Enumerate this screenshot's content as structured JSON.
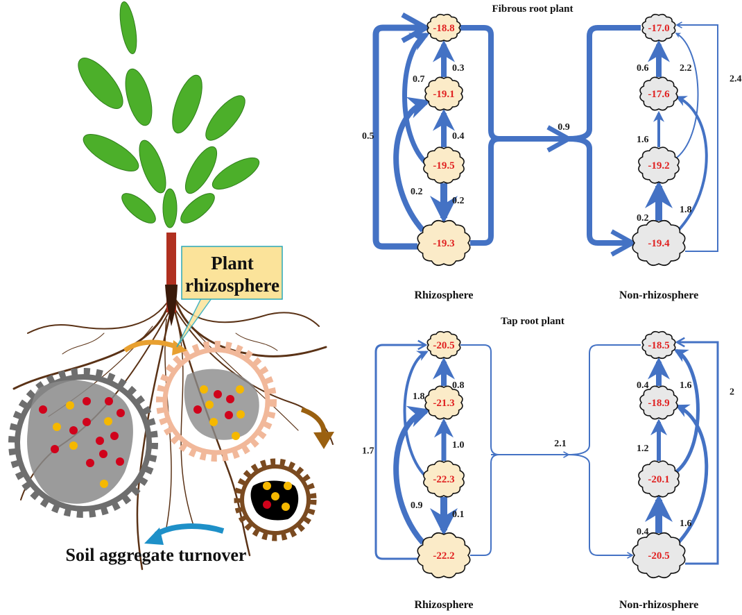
{
  "colors": {
    "flow_arrow": "#4472c4",
    "node_value": "#e02020",
    "rhizo_node_fill": "#fbebc8",
    "nonrhizo_node_fill": "#e8e8e8",
    "leaf": "#4caf2a",
    "stem": "#c0392b",
    "root": "#5a3216",
    "gear_grey": "#6e6e6e",
    "gear_peach": "#f1b89a",
    "gear_brown": "#7a4a20",
    "dot_red": "#d0021b",
    "dot_yellow": "#f5b800",
    "arrow_orange": "#e8a030",
    "arrow_brown": "#9a6010",
    "arrow_blue": "#1e90c8",
    "callout_fill": "#fbe39a",
    "callout_border": "#2aa8b8"
  },
  "illustration": {
    "callout_line1": "Plant",
    "callout_line2": "rhizosphere",
    "caption": "Soil aggregate turnover"
  },
  "panels": [
    {
      "title": "Fibrous root plant",
      "left_label": "Rhizosphere",
      "right_label": "Non-rhizosphere",
      "cross_flow": "0.9",
      "rhizosphere_nodes": [
        "-18.8",
        "-19.1",
        "-19.5",
        "-19.3"
      ],
      "nonrhizosphere_nodes": [
        "-17.0",
        "-17.6",
        "-19.2",
        "-19.4"
      ],
      "rhizosphere_flows": [
        {
          "from": "-19.1",
          "to": "-18.8",
          "value": "0.3"
        },
        {
          "from": "-19.5",
          "to": "-19.1",
          "value": "0.4"
        },
        {
          "from": "-19.5",
          "to": "-19.3",
          "value": "0.2"
        },
        {
          "from": "-19.5",
          "to": "-18.8",
          "value": "0.7"
        },
        {
          "from": "-19.3",
          "to": "-19.1",
          "value": "0.2"
        },
        {
          "from": "-19.3",
          "to": "-18.8",
          "value": "0.5"
        }
      ],
      "nonrhizosphere_flows": [
        {
          "from": "-17.6",
          "to": "-17.0",
          "value": "0.6"
        },
        {
          "from": "-19.2",
          "to": "-17.6",
          "value": "1.6"
        },
        {
          "from": "-19.4",
          "to": "-19.2",
          "value": "0.2"
        },
        {
          "from": "-19.2",
          "to": "-17.0",
          "value": "2.2"
        },
        {
          "from": "-19.4",
          "to": "-17.6",
          "value": "1.8"
        },
        {
          "from": "-19.4",
          "to": "-17.0",
          "value": "2.4"
        }
      ]
    },
    {
      "title": "Tap root plant",
      "left_label": "Rhizosphere",
      "right_label": "Non-rhizosphere",
      "cross_flow": "2.1",
      "rhizosphere_nodes": [
        "-20.5",
        "-21.3",
        "-22.3",
        "-22.2"
      ],
      "nonrhizosphere_nodes": [
        "-18.5",
        "-18.9",
        "-20.1",
        "-20.5"
      ],
      "rhizosphere_flows": [
        {
          "from": "-21.3",
          "to": "-20.5",
          "value": "0.8"
        },
        {
          "from": "-22.3",
          "to": "-21.3",
          "value": "1.0"
        },
        {
          "from": "-22.3",
          "to": "-22.2",
          "value": "0.1"
        },
        {
          "from": "-22.3",
          "to": "-20.5",
          "value": "1.8"
        },
        {
          "from": "-22.2",
          "to": "-21.3",
          "value": "0.9"
        },
        {
          "from": "-22.2",
          "to": "-20.5",
          "value": "1.7"
        }
      ],
      "nonrhizosphere_flows": [
        {
          "from": "-18.9",
          "to": "-18.5",
          "value": "0.4"
        },
        {
          "from": "-20.1",
          "to": "-18.9",
          "value": "1.2"
        },
        {
          "from": "-20.5",
          "to": "-20.1",
          "value": "0.4"
        },
        {
          "from": "-20.1",
          "to": "-18.5",
          "value": "1.6"
        },
        {
          "from": "-20.5",
          "to": "-18.9",
          "value": "1.6"
        },
        {
          "from": "-20.5",
          "to": "-18.5",
          "value": "2"
        }
      ]
    }
  ]
}
